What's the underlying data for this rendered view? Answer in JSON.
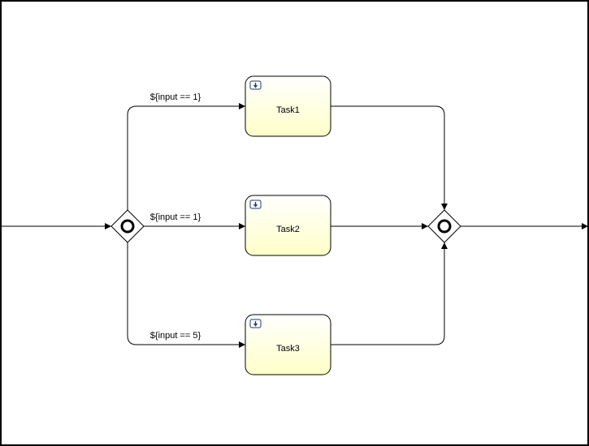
{
  "diagram": {
    "gateways": [
      {
        "id": "split",
        "type": "inclusive"
      },
      {
        "id": "join",
        "type": "inclusive"
      }
    ],
    "tasks": [
      {
        "id": "task1",
        "label": "Task1",
        "icon": "service-task-icon"
      },
      {
        "id": "task2",
        "label": "Task2",
        "icon": "service-task-icon"
      },
      {
        "id": "task3",
        "label": "Task3",
        "icon": "service-task-icon"
      }
    ],
    "conditions": [
      {
        "to": "task1",
        "label": "${input == 1}"
      },
      {
        "to": "task2",
        "label": "${input == 1}"
      },
      {
        "to": "task3",
        "label": "${input == 5}"
      }
    ],
    "colors": {
      "task_fill_top": "#ffffff",
      "task_fill_bottom": "#ffffc8",
      "stroke": "#000000",
      "icon_fill": "#1f3a6b"
    }
  }
}
